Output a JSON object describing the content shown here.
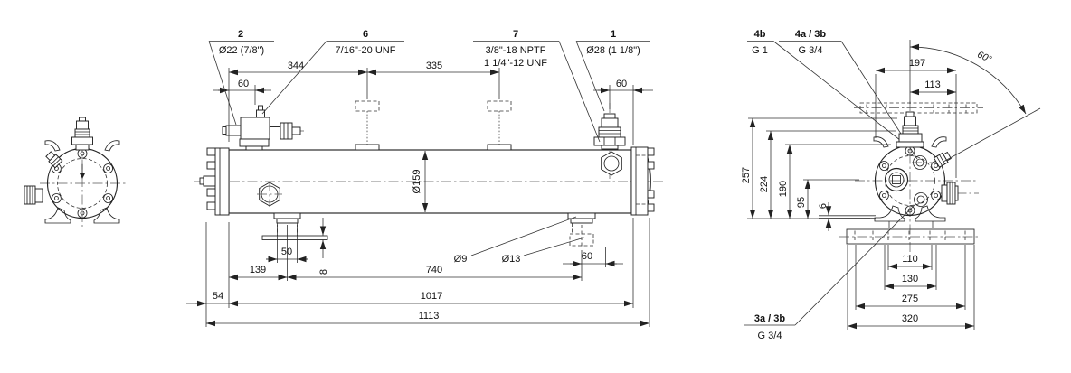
{
  "callouts": {
    "item2": {
      "number": "2",
      "spec": "Ø22 (7/8\")"
    },
    "item6": {
      "number": "6",
      "spec": "7/16\"-20 UNF"
    },
    "item7": {
      "number": "7",
      "spec_line1": "3/8\"-18 NPTF",
      "spec_line2": "1 1/4\"-12 UNF"
    },
    "item1": {
      "number": "1",
      "spec": "Ø28 (1 1/8\")"
    },
    "item4b": {
      "number": "4b",
      "spec": "G 1"
    },
    "item4a_3b": {
      "number": "4a / 3b",
      "spec": "G 3/4"
    },
    "item3a_3b": {
      "number": "3a / 3b",
      "spec": "G 3/4"
    }
  },
  "dimensions": {
    "side": {
      "d60_valve": "60",
      "d344": "344",
      "d335": "335",
      "d60_conn": "60",
      "d159": "Ø159",
      "d50": "50",
      "d8": "8",
      "d139": "139",
      "d740": "740",
      "d9": "Ø9",
      "d13": "Ø13",
      "d60_foot": "60",
      "d54": "54",
      "d1017": "1017",
      "d1113": "1113"
    },
    "end": {
      "d197": "197",
      "d113": "113",
      "d60deg": "60°",
      "d257": "257",
      "d224": "224",
      "d190": "190",
      "d95": "95",
      "d6": "6",
      "d110": "110",
      "d130": "130",
      "d275": "275",
      "d320": "320"
    }
  }
}
